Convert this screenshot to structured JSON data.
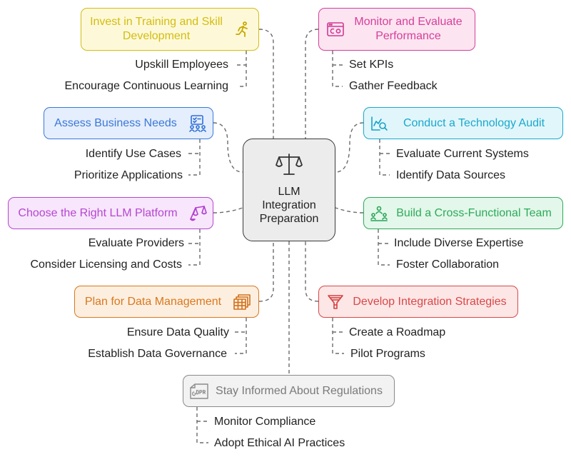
{
  "center": {
    "icon": "balance-scale-icon",
    "title": "LLM\nIntegration\nPreparation"
  },
  "nodes": [
    {
      "id": "training",
      "title": "Invest in Training and Skill\nDevelopment",
      "icon": "person-running-icon",
      "color": "#d4bc12",
      "fill": "#fdf9d8",
      "items": [
        "Upskill Employees",
        "Encourage Continuous Learning"
      ]
    },
    {
      "id": "business",
      "title": "Assess Business Needs",
      "icon": "checklist-team-icon",
      "color": "#3a78d8",
      "fill": "#e5eefc",
      "items": [
        "Identify Use Cases",
        "Prioritize Applications"
      ]
    },
    {
      "id": "platform",
      "title": "Choose the Right LLM Platform",
      "icon": "scale-icon",
      "color": "#b646d0",
      "fill": "#f7e6fc",
      "items": [
        "Evaluate Providers",
        "Consider Licensing and Costs"
      ]
    },
    {
      "id": "data",
      "title": "Plan for Data Management",
      "icon": "stacked-data-icon",
      "color": "#d8781e",
      "fill": "#fdefe0",
      "items": [
        "Ensure Data Quality",
        "Establish Data Governance"
      ]
    },
    {
      "id": "monitor",
      "title": "Monitor and Evaluate\nPerformance",
      "icon": "browser-monitor-icon",
      "color": "#d4409a",
      "fill": "#fde4f1",
      "items": [
        "Set KPIs",
        "Gather Feedback"
      ]
    },
    {
      "id": "audit",
      "title": "Conduct a Technology Audit",
      "icon": "chart-search-icon",
      "color": "#1aa8cc",
      "fill": "#e1f6fb",
      "items": [
        "Evaluate Current Systems",
        "Identify Data Sources"
      ]
    },
    {
      "id": "team",
      "title": "Build a Cross-Functional Team",
      "icon": "team-icon",
      "color": "#2eaa5a",
      "fill": "#e3f7ea",
      "items": [
        "Include Diverse Expertise",
        "Foster Collaboration"
      ]
    },
    {
      "id": "strategy",
      "title": "Develop Integration Strategies",
      "icon": "funnel-icon",
      "color": "#d84848",
      "fill": "#fde6e6",
      "items": [
        "Create a Roadmap",
        "Pilot Programs"
      ]
    },
    {
      "id": "regulations",
      "title": "Stay Informed About Regulations",
      "icon": "gdpr-icon",
      "color": "#8a8a8a",
      "fill": "#f2f2f2",
      "items": [
        "Monitor Compliance",
        "Adopt Ethical AI Practices"
      ]
    }
  ]
}
